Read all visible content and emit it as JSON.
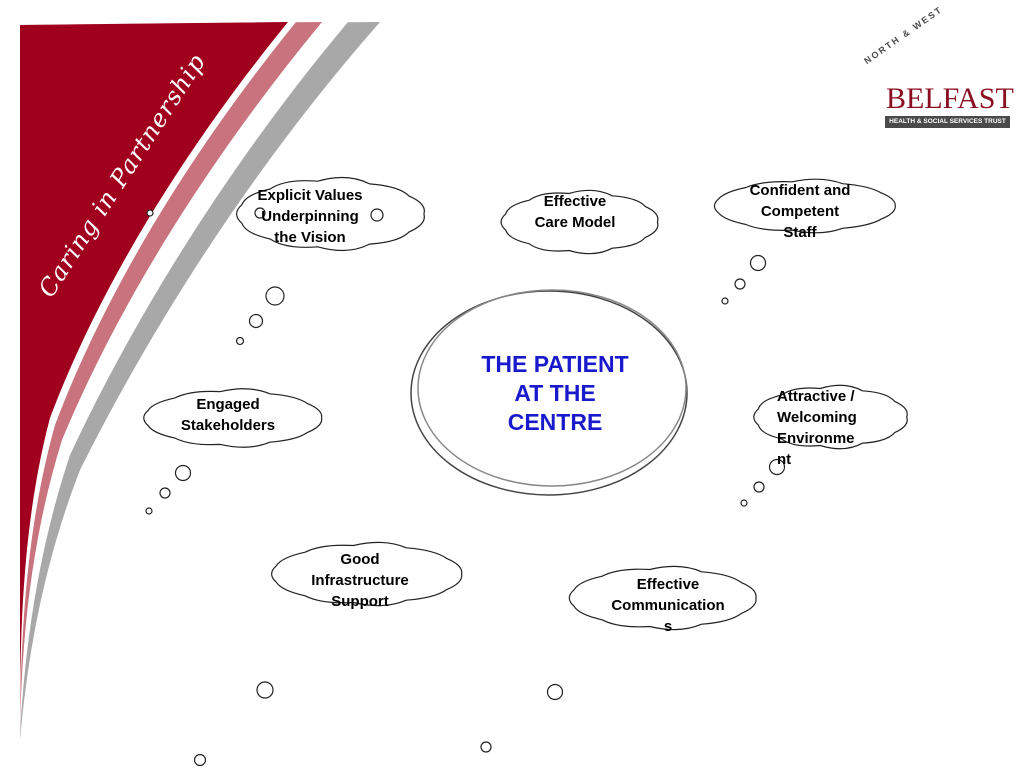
{
  "slogan": "Caring in Partnership",
  "logo": {
    "arc_text": "NORTH & WEST",
    "name": "BELFAST",
    "subtitle": "HEALTH & SOCIAL SERVICES TRUST",
    "colors": {
      "maroon": "#8a0f22",
      "gray": "#4a4a4a"
    }
  },
  "centre": {
    "text": "THE PATIENT\nAT THE\nCENTRE",
    "color": "#1a1acd"
  },
  "clouds": [
    {
      "id": "explicit-values",
      "text": "Explicit Values\nUnderpinning\nthe Vision"
    },
    {
      "id": "effective-care-model",
      "text": "Effective\nCare Model"
    },
    {
      "id": "confident-staff",
      "text": "Confident and\nCompetent\nStaff"
    },
    {
      "id": "engaged-stakeholders",
      "text": "Engaged\nStakeholders"
    },
    {
      "id": "attractive-environment",
      "text": "Attractive /\nWelcoming\nEnvironme\nnt"
    },
    {
      "id": "good-infrastructure",
      "text": "Good\nInfrastructure\nSupport"
    },
    {
      "id": "effective-communications",
      "text": "Effective\nCommunication\ns"
    }
  ],
  "colors": {
    "ribbon_dark": "#a0001e",
    "ribbon_pink": "#c8737d",
    "ribbon_gray": "#a8a8a8"
  }
}
